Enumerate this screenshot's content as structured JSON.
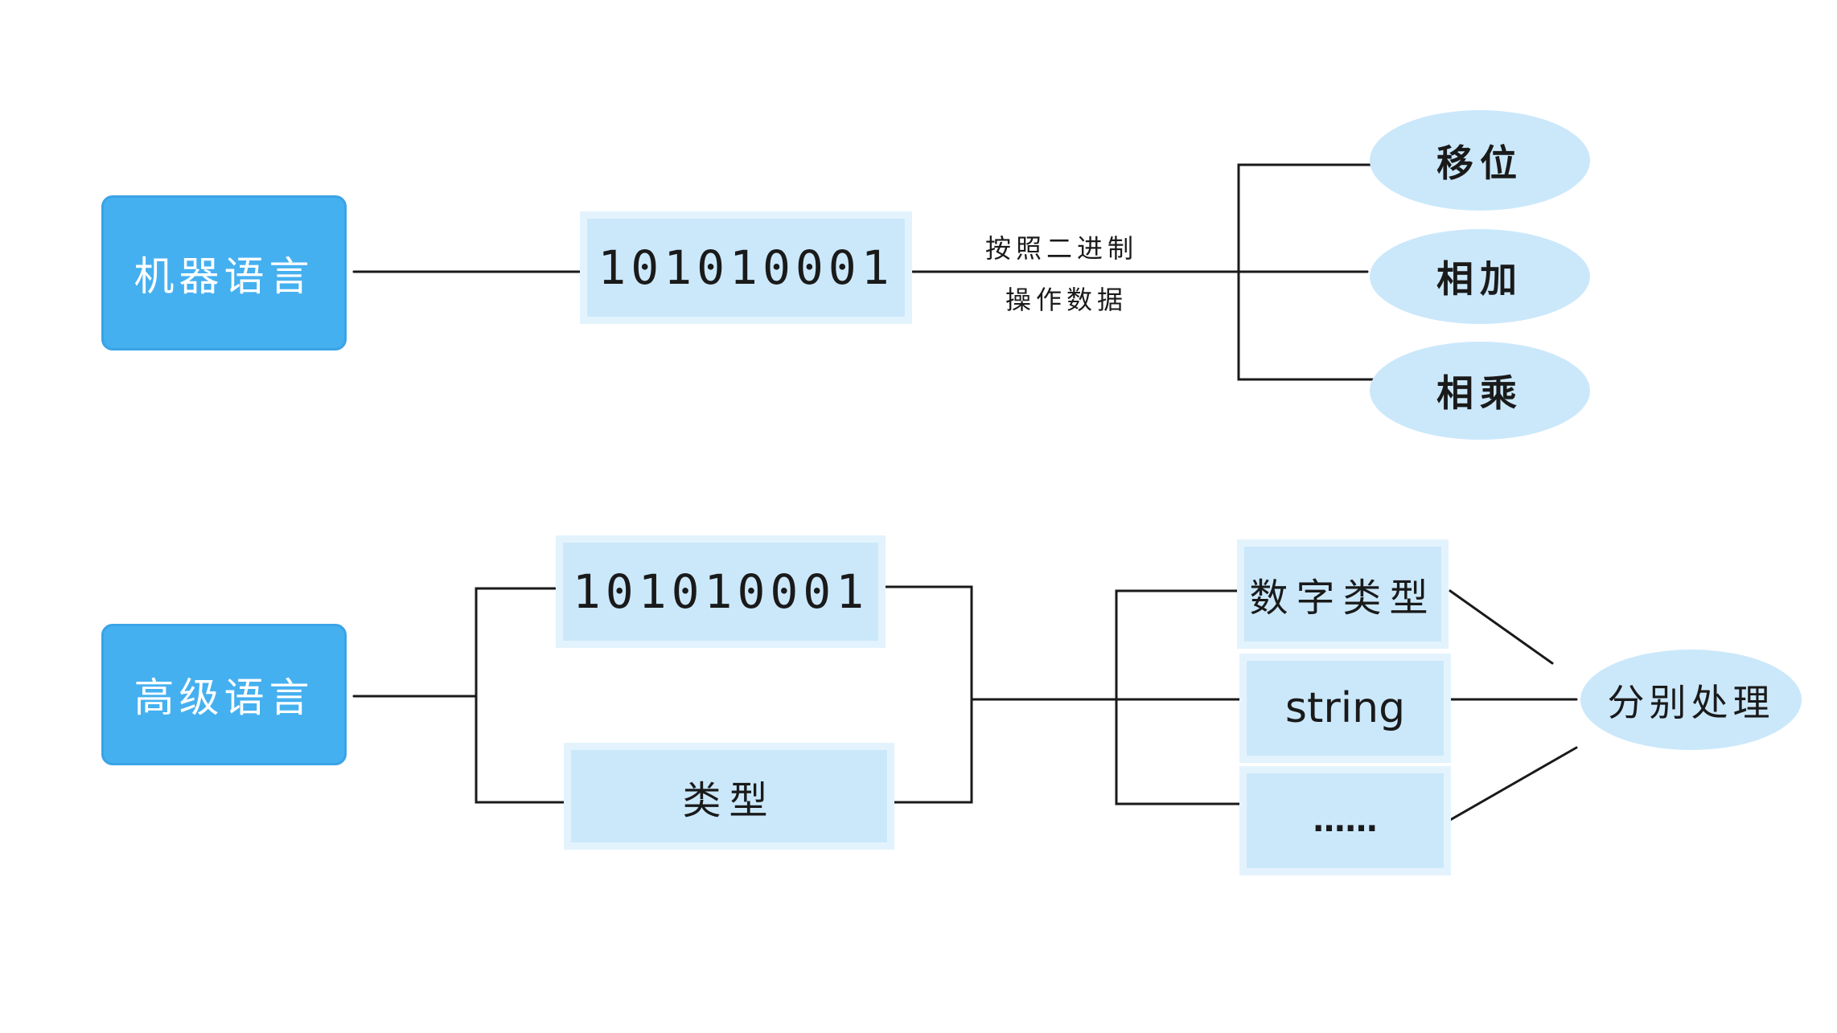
{
  "top": {
    "machine_language": "机器语言",
    "binary": "101010001",
    "edge_label_line1": "按照二进制",
    "edge_label_line2": "操作数据",
    "operations": [
      "移位",
      "相加",
      "相乘"
    ]
  },
  "bottom": {
    "high_level_language": "高级语言",
    "binary": "101010001",
    "type": "类型",
    "type_list": [
      "数字类型",
      "string",
      "……"
    ],
    "result": "分别处理"
  },
  "colors": {
    "dark_box": "#45b0f0",
    "light_box": "#cbe8fb",
    "line": "#1a1a1a"
  }
}
